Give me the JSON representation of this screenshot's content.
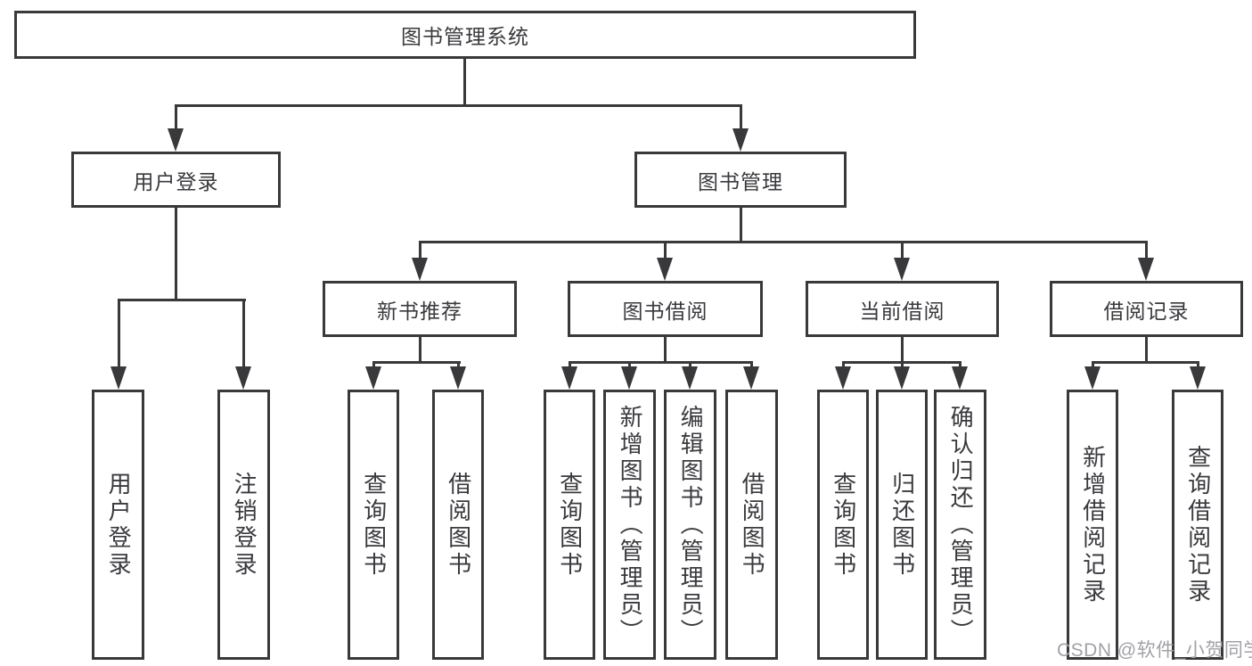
{
  "tree": {
    "root": {
      "label": "图书管理系统"
    },
    "children": [
      {
        "label": "用户登录",
        "children": [
          {
            "label": "用户登录"
          },
          {
            "label": "注销登录"
          }
        ]
      },
      {
        "label": "图书管理",
        "children": [
          {
            "label": "新书推荐",
            "children": [
              {
                "label": "查询图书"
              },
              {
                "label": "借阅图书"
              }
            ]
          },
          {
            "label": "图书借阅",
            "children": [
              {
                "label": "查询图书"
              },
              {
                "label": "新增图书（管理员）"
              },
              {
                "label": "编辑图书（管理员）"
              },
              {
                "label": "借阅图书"
              }
            ]
          },
          {
            "label": "当前借阅",
            "children": [
              {
                "label": "查询图书"
              },
              {
                "label": "归还图书"
              },
              {
                "label": "确认归还（管理员）"
              }
            ]
          },
          {
            "label": "借阅记录",
            "children": [
              {
                "label": "新增借阅记录"
              },
              {
                "label": "查询借阅记录"
              }
            ]
          }
        ]
      }
    ]
  },
  "watermark": "CSDN @软件_小贺同学",
  "colors": {
    "line": "#39393b",
    "text": "#3a3a3e",
    "watermark": "#a2a2a7",
    "background": "#ffffff"
  }
}
